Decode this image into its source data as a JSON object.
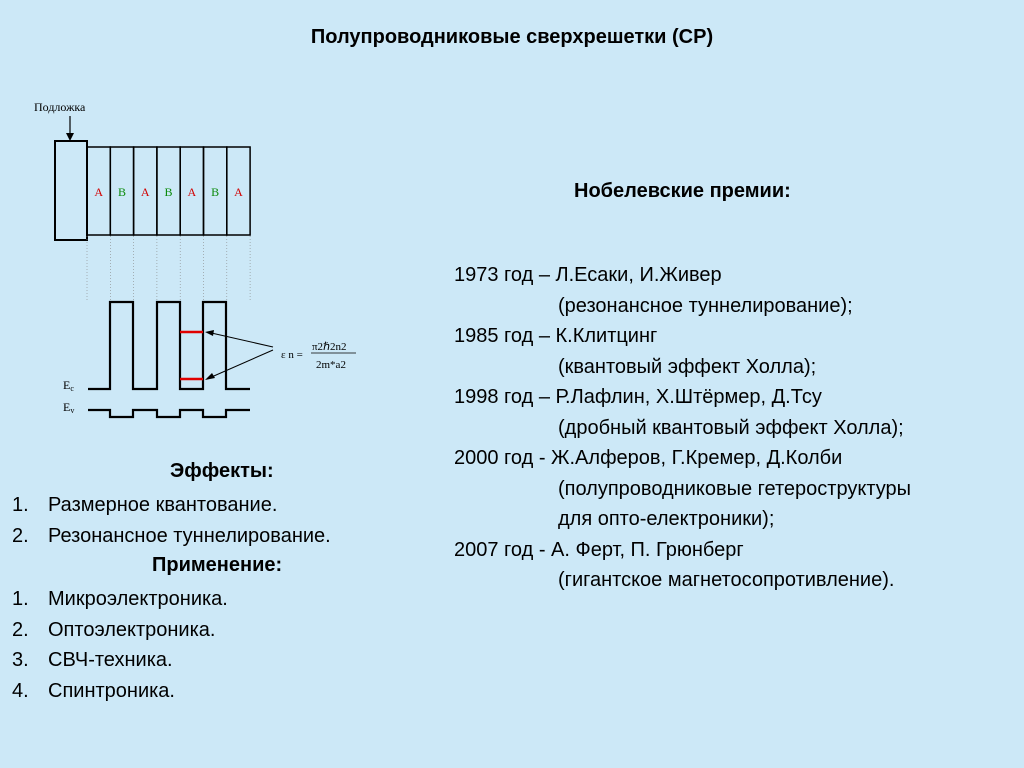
{
  "title": "Полупроводниковые сверхрешетки (СР)",
  "diagram": {
    "substrate_label": "Подложка",
    "layers": [
      "A",
      "B",
      "A",
      "B",
      "A",
      "B",
      "A"
    ],
    "colors": {
      "A": "#d10000",
      "B": "#0a8a0a",
      "line": "#000000",
      "level": "#e00000"
    },
    "ec_label": "E",
    "ec_sub": "c",
    "ev_label": "E",
    "ev_sub": "v",
    "formula": {
      "lhs": "ε n =",
      "num": "π2ℏ2n2",
      "den": "2m*a2"
    }
  },
  "effects": {
    "heading": "Эффекты:",
    "items": [
      {
        "num": "1.",
        "text": "Размерное квантование."
      },
      {
        "num": "2.",
        "text": "Резонансное туннелирование."
      }
    ]
  },
  "applications": {
    "heading": "Применение:",
    "items": [
      {
        "num": "1.",
        "text": "Микроэлектроника."
      },
      {
        "num": "2.",
        "text": "Оптоэлектроника."
      },
      {
        "num": "3.",
        "text": "СВЧ-техника."
      },
      {
        "num": "4.",
        "text": "Спинтроника."
      }
    ]
  },
  "nobel": {
    "heading": "Нобелевские премии:",
    "lines": [
      {
        "main": "1973 год – Л.Есаки, И.Живер",
        "sub": [
          "(резонансное туннелирование);"
        ]
      },
      {
        "main": "1985 год – К.Клитцинг",
        "sub": [
          "(квантовый эффект Холла);"
        ]
      },
      {
        "main": "1998 год – Р.Лафлин, Х.Штёрмер, Д.Тсу",
        "sub": [
          "(дробный квантовый эффект Холла);"
        ]
      },
      {
        "main": "2000 год - Ж.Алферов, Г.Кремер, Д.Колби",
        "sub": [
          "(полупроводниковые гетероструктуры",
          "для опто-електроники);"
        ]
      },
      {
        "main": "2007 год - А. Ферт, П. Грюнберг",
        "sub": [
          "(гигантское магнетосопротивление)."
        ]
      }
    ]
  }
}
